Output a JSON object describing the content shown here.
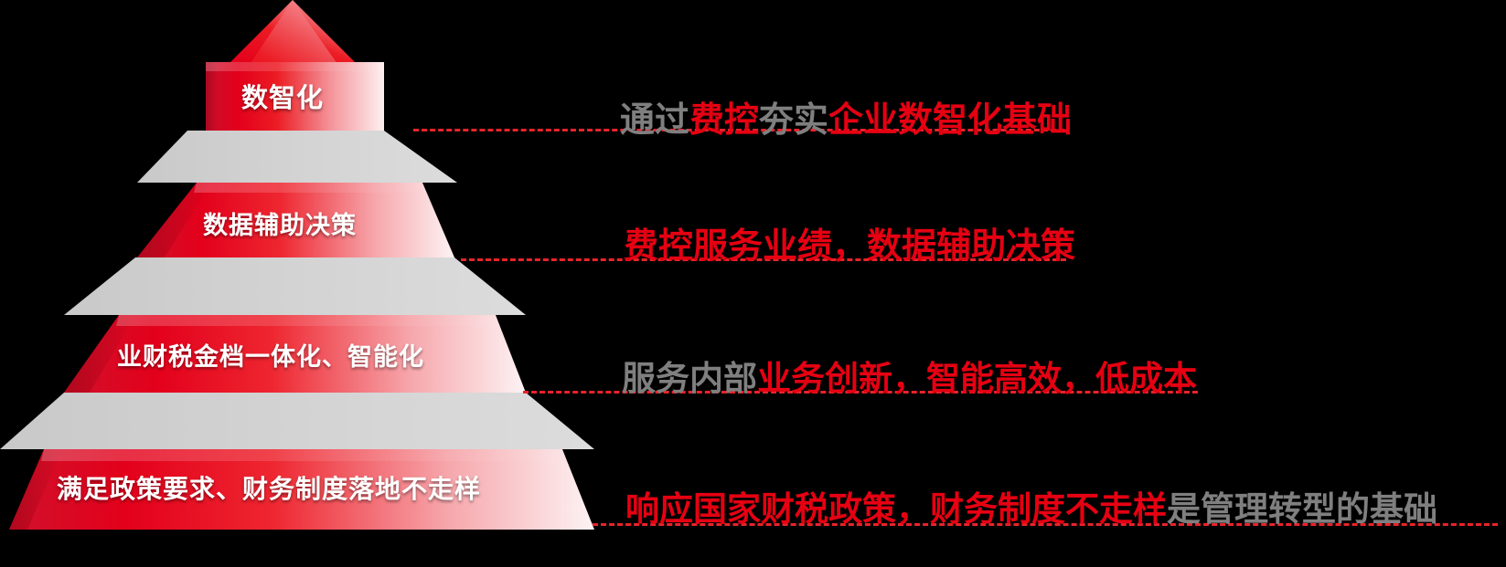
{
  "diagram": {
    "type": "pyramid",
    "title": "",
    "background_color": "#000000",
    "accent_red": "#e60012",
    "accent_gray": "#7f7f7f",
    "shadow_gray": "#d2d2d2",
    "tiers": [
      {
        "index": 1,
        "label": "数智化",
        "callout_segments": [
          {
            "text": "通过",
            "color": "gray"
          },
          {
            "text": "费控",
            "color": "red"
          },
          {
            "text": "夯实",
            "color": "gray"
          },
          {
            "text": "企业数智化基础",
            "color": "red"
          }
        ]
      },
      {
        "index": 2,
        "label": "数据辅助决策",
        "callout_segments": [
          {
            "text": "费控服务业绩，数据辅助决策",
            "color": "red"
          }
        ]
      },
      {
        "index": 3,
        "label": "业财税金档一体化、智能化",
        "callout_segments": [
          {
            "text": "服务内部",
            "color": "gray"
          },
          {
            "text": "业务创新，智能高效，低成本",
            "color": "red"
          }
        ]
      },
      {
        "index": 4,
        "label": "满足政策要求、财务制度落地不走样",
        "callout_segments": [
          {
            "text": "响应国家财税政策，财务制度不走样",
            "color": "red"
          },
          {
            "text": "是管理转型的基础",
            "color": "gray"
          }
        ]
      }
    ]
  }
}
